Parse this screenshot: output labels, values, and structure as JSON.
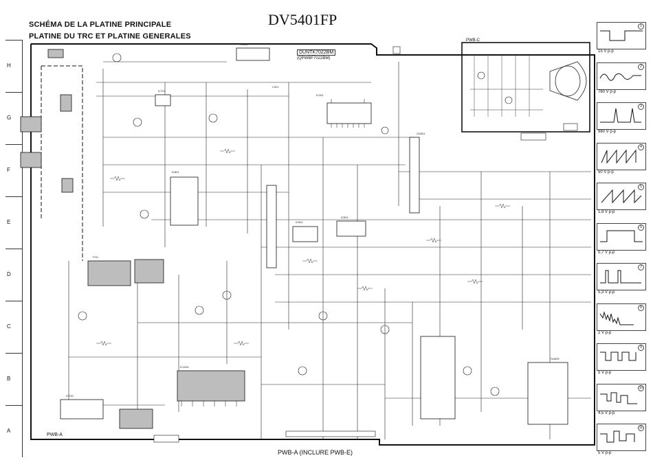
{
  "header": {
    "title_line1": "SCHÉMA DE LA PLATINE PRINCIPALE",
    "title_line2": "PLATINE DU TRC ET PLATINE GENERALES",
    "model": "DV5401FP"
  },
  "labels": {
    "chassis_box": "DUNTK7022BM",
    "chassis_sub": "(QPWBF7022BM)",
    "pwb_c": "PWB-C",
    "pwb_a": "PWB-A",
    "footer": "PWB-A (INCLURE PWB-E)"
  },
  "grid_rows": [
    "H",
    "G",
    "F",
    "E",
    "D",
    "C",
    "B",
    "A"
  ],
  "waveforms": [
    {
      "num": "1",
      "label": "15 V p-p"
    },
    {
      "num": "2",
      "label": "760 V p-p"
    },
    {
      "num": "3",
      "label": "980 V p-p"
    },
    {
      "num": "4",
      "label": "50 V p-p"
    },
    {
      "num": "5",
      "label": "1,8 V p-p"
    },
    {
      "num": "6",
      "label": "0,7 V p-p"
    },
    {
      "num": "7",
      "label": "5,3 V p-p"
    },
    {
      "num": "8",
      "label": "2 V p-p"
    },
    {
      "num": "9",
      "label": "5 V p-p"
    },
    {
      "num": "10",
      "label": "4,5 V p-p"
    },
    {
      "num": "11",
      "label": "5 V p-p"
    }
  ]
}
